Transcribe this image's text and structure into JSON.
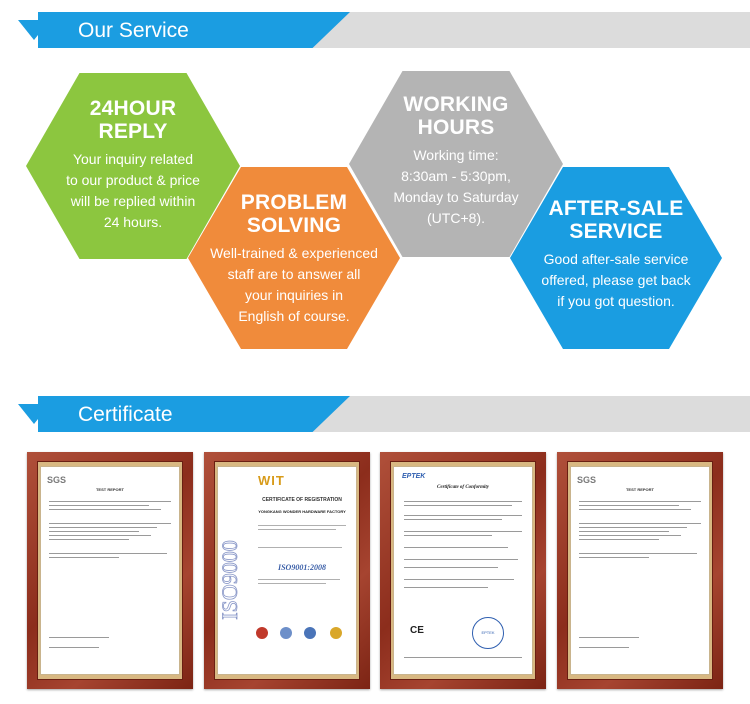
{
  "sections": {
    "service": {
      "title": "Our Service"
    },
    "certificate": {
      "title": "Certificate"
    }
  },
  "services": [
    {
      "head": [
        "24HOUR",
        "REPLY"
      ],
      "body": [
        "Your inquiry related",
        "to our product & price",
        "will be replied within",
        "24 hours."
      ],
      "color": "#8cc63f"
    },
    {
      "head": [
        "PROBLEM",
        "SOLVING"
      ],
      "body": [
        "Well-trained & experienced",
        "staff are to answer all",
        "your inquiries in",
        "English of course."
      ],
      "color": "#f08b3b"
    },
    {
      "head": [
        "WORKING",
        "HOURS"
      ],
      "body": [
        "Working time:",
        "8:30am - 5:30pm,",
        "Monday to Saturday",
        "(UTC+8)."
      ],
      "color": "#b4b4b4"
    },
    {
      "head": [
        "AFTER-SALE",
        "SERVICE"
      ],
      "body": [
        "Good after-sale service",
        "offered, please get back",
        "if you got question."
      ],
      "color": "#1a9de1"
    }
  ],
  "certificates": [
    {
      "logo": "SGS",
      "title": "TEST REPORT"
    },
    {
      "logo": "WIT",
      "title": "CERTIFICATE OF REGISTRATION",
      "company": "YONGKANG WONDER HARDWARE FACTORY",
      "standard": "ISO9001:2008",
      "vertical": "ISO9000"
    },
    {
      "logo": "EPTEK",
      "title": "Certificate of Conformity",
      "mark": "CE",
      "stamp": "EPTEK"
    },
    {
      "logo": "SGS",
      "title": "TEST REPORT"
    }
  ],
  "colors": {
    "accent": "#1b9de1",
    "banner_grey": "#dcdcdc"
  }
}
